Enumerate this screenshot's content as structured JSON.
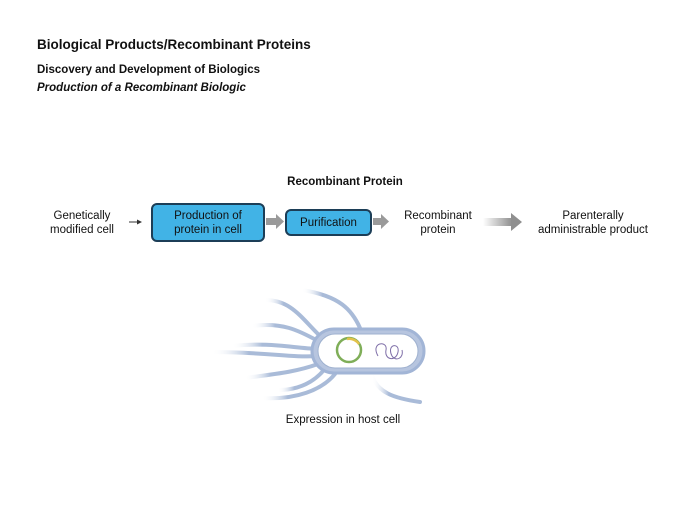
{
  "header": {
    "title": "Biological Products/Recombinant Proteins",
    "subtitle": "Discovery and Development of Biologics",
    "section": "Production of a Recombinant Biologic"
  },
  "diagram": {
    "title": "Recombinant Protein",
    "steps": [
      {
        "line1": "Genetically",
        "line2": "modified cell"
      },
      {
        "line1": "Production of",
        "line2": "protein in cell"
      },
      {
        "line1": "Purification"
      },
      {
        "line1": "Recombinant",
        "line2": "protein"
      },
      {
        "line1": "Parenterally",
        "line2": "administrable product"
      }
    ],
    "caption": "Expression in host cell"
  },
  "colors": {
    "box_fill": "#41b3e6",
    "box_border": "#1c3e57",
    "arrow": "#9a9a9a",
    "bacterium": "#a9bbd8"
  }
}
